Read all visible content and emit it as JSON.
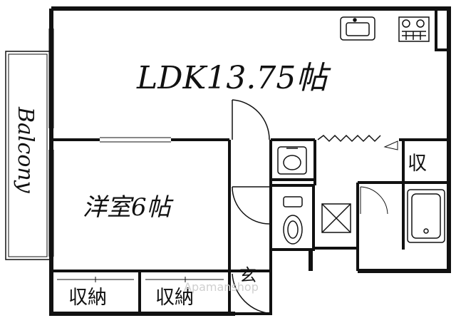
{
  "floorplan": {
    "rooms": {
      "ldk": "LDK13.75帖",
      "western_room": "洋室6帖",
      "storage_1": "収納",
      "storage_2": "収納",
      "storage_small": "収",
      "entrance": "玄"
    },
    "balcony": "Balcony",
    "watermark": "Apamanshop"
  },
  "colors": {
    "wall": "#111111",
    "paper": "#ffffff",
    "watermark": "#cfcfcf"
  }
}
